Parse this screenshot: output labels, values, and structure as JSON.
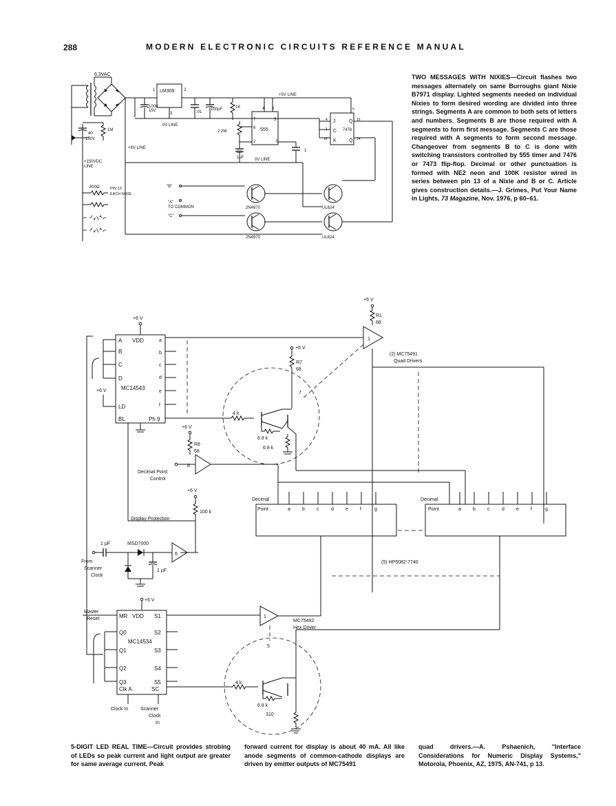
{
  "header": {
    "page_number": "288",
    "running_title": "MODERN ELECTRONIC CIRCUITS REFERENCE MANUAL"
  },
  "figure1": {
    "caption_title": "TWO MESSAGES WITH NIXIES",
    "caption_body": "—Circuit flashes two messages alternately on same Burroughs giant Nixie B7971 display. Lighted segments needed on individual Nixies to form desired wording are divided into three strings. Segments A are common to both sets of letters and numbers. Segments B are those required with A segments to form first message. Segments C are those required with A segments to form second message. Changeover from segments B to C is done with switching transistors controlled by 555 timer and 7476 or 7473 flip-flop. Decimal or other punctuation is formed with NE2 neon and 100K resistor wired in series between pin 13 of a Nixie and B or C. Article gives construction details.—J. Grimes, Put Your Name in Lights, ",
    "caption_source": "73 Magazine",
    "caption_tail": ", Nov. 1976, p 60–61.",
    "labels": {
      "vac": "6.3VAC",
      "lm309": "LM309",
      "pin1": "1",
      "pin2": "2",
      "pin3": "3",
      "c1000": "1000",
      "c1000v": "15V",
      "c01": ".01",
      "c100": "100µF",
      "r1k": "1K",
      "ovline1": "0V LINE",
      "v5line": "+5V LINE",
      "t555": "555",
      "p4": "4",
      "p8": "8",
      "p7": "7",
      "p6": "6",
      "p2": "2",
      "p5": "5",
      "r22m": "2.2M",
      "c1label": "C1",
      "c1val": "1µF",
      "ovline2": "0V LINE",
      "v8line": "+8V LINE",
      "c40": "40",
      "c150v": "150V",
      "r1m": "1M",
      "hv1": "+150VDC",
      "hv2": "LINE",
      "r800": "800Ω",
      "pin13a": "PIN 13",
      "pin13b": "EACH NIXIE",
      "b": "\"B\"",
      "a": "\"A\"",
      "tocommon": "TO COMMON",
      "c": "\"C\"",
      "q1": "2N4970",
      "q2": "UL624",
      "q3": "2N4970",
      "q4": "UL624",
      "ff": "7476",
      "ffj": "J",
      "ffq": "Q",
      "ffc": "C",
      "ffk": "K",
      "ffqb": "Q̄",
      "ffp4": "4",
      "ffp5": "5",
      "ffp1": "1",
      "ffp15": "15",
      "ffp16": "16",
      "ffp14": "14",
      "cap1": "1"
    }
  },
  "figure2": {
    "caption_col1_title": "5-DIGIT LED REAL TIME",
    "caption_col1": "—Circuit provides strobing of LEDs so peak current and light output are greater for same average current. Peak",
    "caption_col2": "forward current for display is about 40 mA. All like anode segments of common-cathode displays are driven by emitter outputs of MC75491",
    "caption_col3": "quad drivers.—A. Pshaenich, \"Interface Considerations for Numeric Display Systems,\" Motorola, Phoenix, AZ, 1975, AN-741, p 13.",
    "labels": {
      "v6a": "+6 V",
      "vdd": "VDD",
      "chipA": "MC14543",
      "pinA": "A",
      "pinB": "B",
      "pinC": "C",
      "pinD": "D",
      "pinLD": "LD",
      "pinBL": "BL",
      "pinPh": "Ph 9",
      "oa": "a",
      "ob": "b",
      "oc": "c",
      "od": "d",
      "oe": "e",
      "of": "f",
      "v6b": "+6 V",
      "v6c": "+6 V",
      "r1": "R1",
      "r1v": "68",
      "buf1": "1",
      "mc75491": "(2) MC75491",
      "quad": "Quad Drivers",
      "v6d": "+6 V",
      "r7": "R7",
      "r7v": "68",
      "n7": "7",
      "r4k": "4 k",
      "r68a": "6.8 k",
      "r68b": "6.8 k",
      "v6e": "+6 V",
      "r8": "R8",
      "r8v": "68",
      "n8": "8",
      "dpc1": "Decimal Point",
      "dpc2": "Control",
      "v6f": "+6 V",
      "r100k": "100 k",
      "disprot": "Display Protection",
      "dec1": "Decimal",
      "point1": "Point",
      "seg": [
        "a",
        "b",
        "c",
        "d",
        "e",
        "f",
        "g"
      ],
      "dec2": "Decimal",
      "point2": "Point",
      "c1uf": "1 µF",
      "msd": "MSD7000",
      "from": "From",
      "scanner": "Scanner",
      "clock": "Clock",
      "c1uf2": "1 µF",
      "n6": "6",
      "hp": "(5) HP5082-7740",
      "v6g": "+6 V",
      "master": "Master",
      "reset": "Reset",
      "mr": "MR",
      "vdd2": "VDD",
      "s1": "S1",
      "q0": "Q0",
      "s2": "S2",
      "chipB": "MC14534",
      "q1": "Q1",
      "s3": "S3",
      "q2": "Q2",
      "s4": "S4",
      "q3": "Q3",
      "s5": "S5",
      "clka": "Clk A",
      "sc": "SC",
      "buf2": "1",
      "mc75492": "MC75492",
      "hex": "Hex Driver",
      "n5": "5",
      "r4k2": "4 k",
      "r68c": "6.8 k",
      "r310": "310",
      "clockin1": "Clock In",
      "clockin2": "Scanner",
      "clockin3": "Clock",
      "clockin4": "In",
      "v6h": "+6 V"
    }
  }
}
